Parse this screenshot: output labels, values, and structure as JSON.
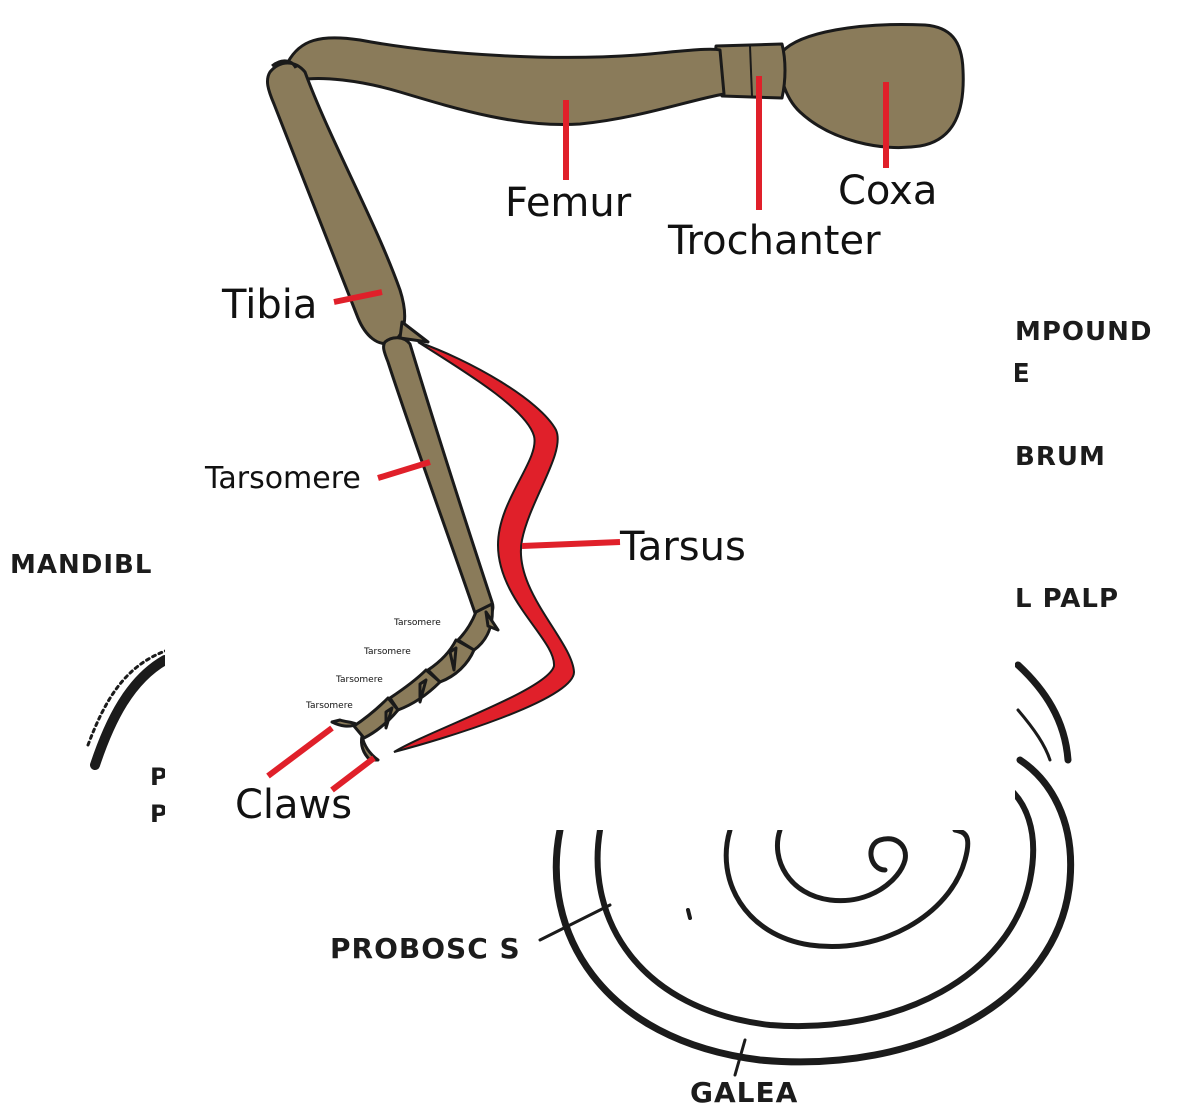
{
  "background": {
    "labels": {
      "compound": "MPOUND",
      "compound_line2": "E",
      "labrum": "BRUM",
      "palp": "L PALP",
      "mandible": "MANDIBL",
      "p1": "P",
      "p2": "P",
      "proboscis": "PROBOSC S",
      "galea": "GALEA"
    }
  },
  "leg": {
    "colors": {
      "segment": "#8a7b5a",
      "outline": "#1a1a1a",
      "leader": "#e0202a",
      "tarsus_bracket": "#e0202a"
    },
    "labels": {
      "femur": "Femur",
      "trochanter": "Trochanter",
      "coxa": "Coxa",
      "tibia": "Tibia",
      "tarsomere": "Tarsomere",
      "tarsus": "Tarsus",
      "claws": "Claws",
      "small_tarsomere_1": "Tarsomere",
      "small_tarsomere_2": "Tarsomere",
      "small_tarsomere_3": "Tarsomere",
      "small_tarsomere_4": "Tarsomere"
    }
  }
}
